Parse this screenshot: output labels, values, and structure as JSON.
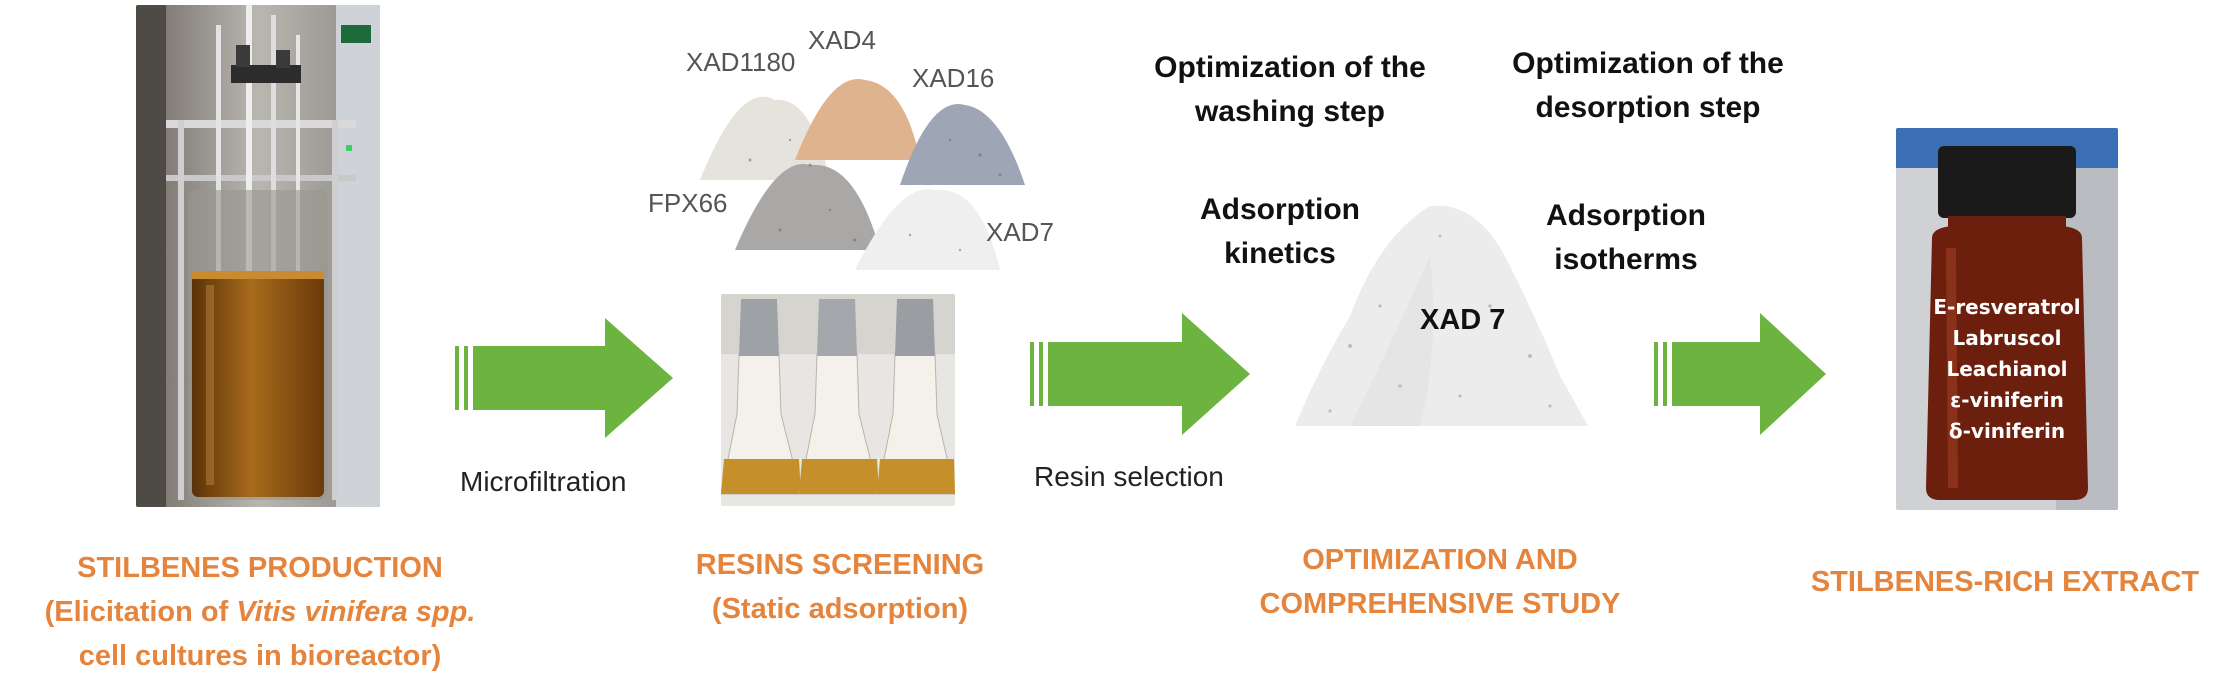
{
  "stages": {
    "production": {
      "title": "STILBENES PRODUCTION",
      "subtitle_pre": "(Elicitation of ",
      "subtitle_italic": "Vitis vinifera spp.",
      "line3": "cell cultures in bioreactor)"
    },
    "screening": {
      "title": "RESINS SCREENING",
      "subtitle": "(Static adsorption)"
    },
    "optimization": {
      "title_line1": "OPTIMIZATION AND",
      "title_line2": "COMPREHENSIVE STUDY"
    },
    "extract": {
      "title": "STILBENES-RICH EXTRACT"
    }
  },
  "transitions": {
    "first": "Microfiltration",
    "second": "Resin selection"
  },
  "resins": {
    "xad1180": "XAD1180",
    "xad4": "XAD4",
    "xad16": "XAD16",
    "fpx66": "FPX66",
    "xad7": "XAD7"
  },
  "optimization_labels": {
    "washing_line1": "Optimization of the",
    "washing_line2": "washing step",
    "desorption_line1": "Optimization of the",
    "desorption_line2": "desorption step",
    "kinetics_line1": "Adsorption",
    "kinetics_line2": "kinetics",
    "isotherms_line1": "Adsorption",
    "isotherms_line2": "isotherms",
    "center_resin": "XAD 7"
  },
  "extract_compounds": [
    "E-resveratrol",
    "Labruscol",
    "Leachianol",
    "ε-viniferin",
    "δ-viniferin"
  ],
  "colors": {
    "arrow": "#6db33f",
    "stage_title": "#e5843c"
  }
}
